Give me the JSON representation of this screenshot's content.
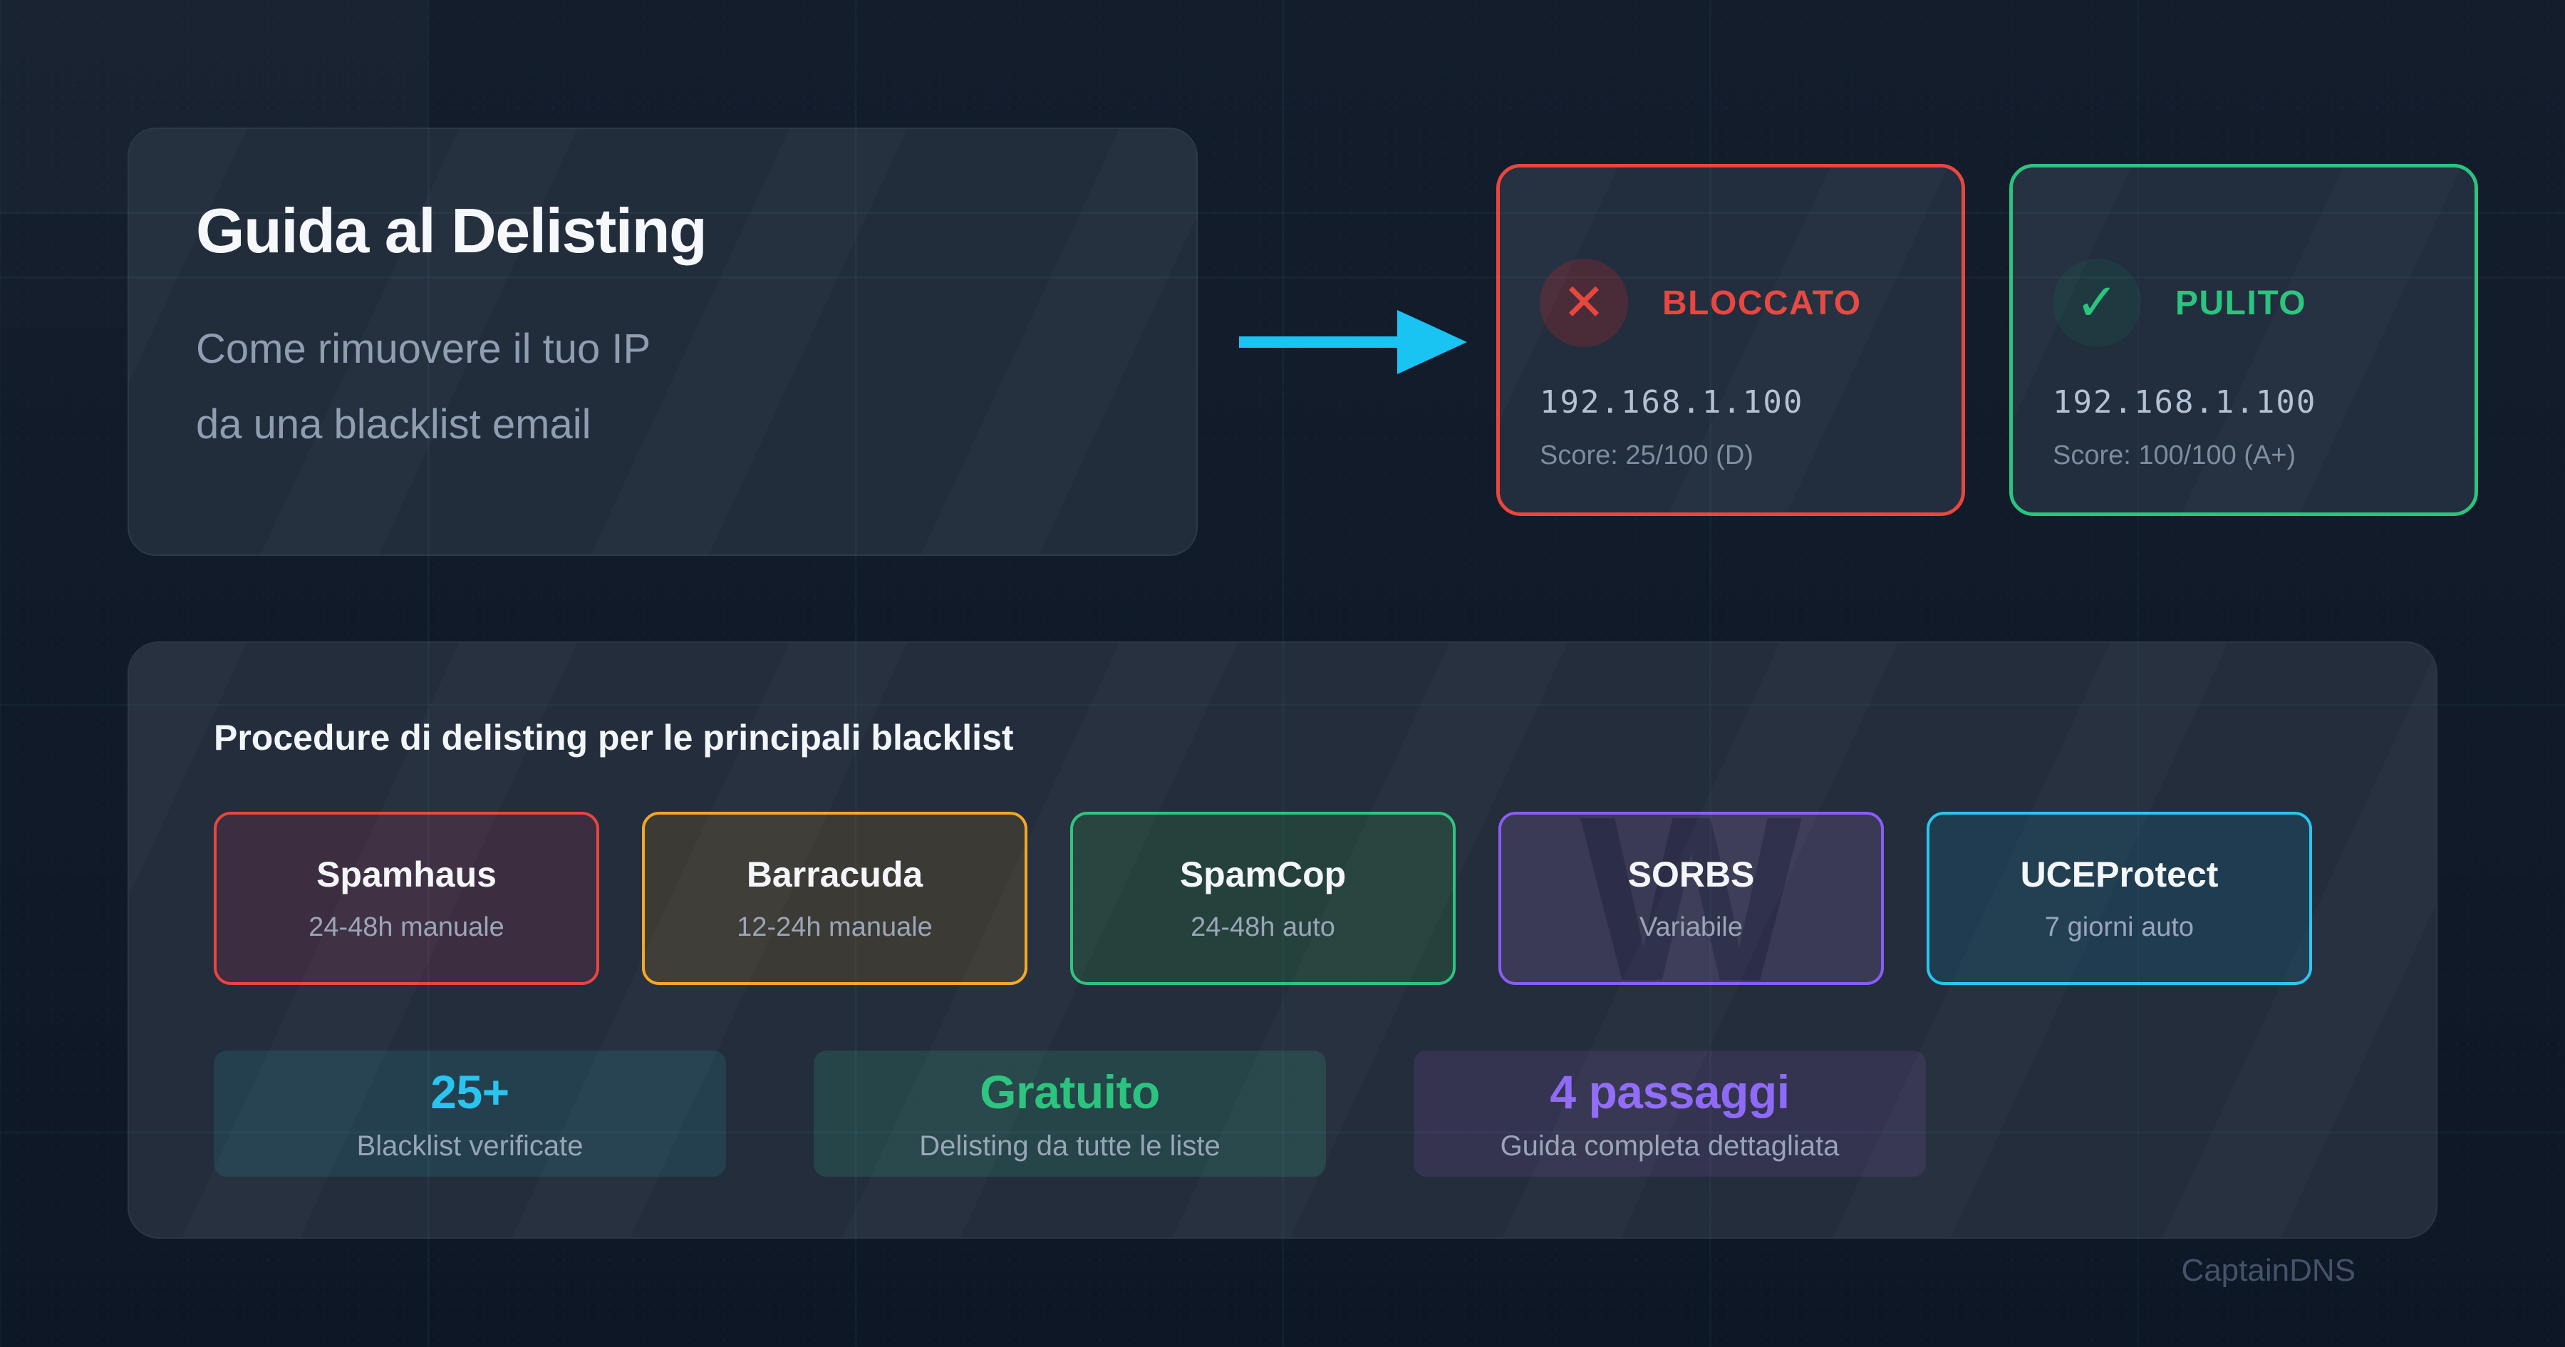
{
  "hero": {
    "title": "Guida al Delisting",
    "subtitle_line1": "Come rimuovere il tuo IP",
    "subtitle_line2": "da una blacklist email"
  },
  "arrow": {
    "color": "#19c3f2"
  },
  "status_cards": [
    {
      "label": "BLOCCATO",
      "icon": "x-icon",
      "icon_glyph": "✕",
      "ip": "192.168.1.100",
      "score": "Score: 25/100 (D)",
      "accent": "#e8463f",
      "icon_bg": "#4a2c39"
    },
    {
      "label": "PULITO",
      "icon": "check-icon",
      "icon_glyph": "✓",
      "ip": "192.168.1.100",
      "score": "Score: 100/100 (A+)",
      "accent": "#2bc47e",
      "icon_bg": "#1e3a40"
    }
  ],
  "procedures": {
    "title": "Procedure di delisting per le principali blacklist",
    "blacklists": [
      {
        "name": "Spamhaus",
        "time": "24-48h manuale",
        "border": "#e8463f",
        "bg": "#3c2e40",
        "watermark": ""
      },
      {
        "name": "Barracuda",
        "time": "12-24h manuale",
        "border": "#f5a623",
        "bg": "#3b3a34",
        "watermark": ""
      },
      {
        "name": "SpamCop",
        "time": "24-48h auto",
        "border": "#2bc47e",
        "bg": "#24413c",
        "watermark": ""
      },
      {
        "name": "SORBS",
        "time": "Variabile",
        "border": "#8b5cf6",
        "bg": "#3a3a55",
        "watermark": "W"
      },
      {
        "name": "UCEProtect",
        "time": "7 giorni auto",
        "border": "#29c5f0",
        "bg": "#1f3c50",
        "watermark": ""
      }
    ],
    "stats": [
      {
        "value": "25+",
        "label": "Blacklist verificate",
        "color": "#29c5f0",
        "bg": "#24404f"
      },
      {
        "value": "Gratuito",
        "label": "Delisting da tutte le liste",
        "color": "#2bc47e",
        "bg": "#264549"
      },
      {
        "value": "4 passaggi",
        "label": "Guida completa dettagliata",
        "color": "#8f6af8",
        "bg": "#343450"
      }
    ]
  },
  "footer": {
    "brand": "CaptainDNS"
  }
}
